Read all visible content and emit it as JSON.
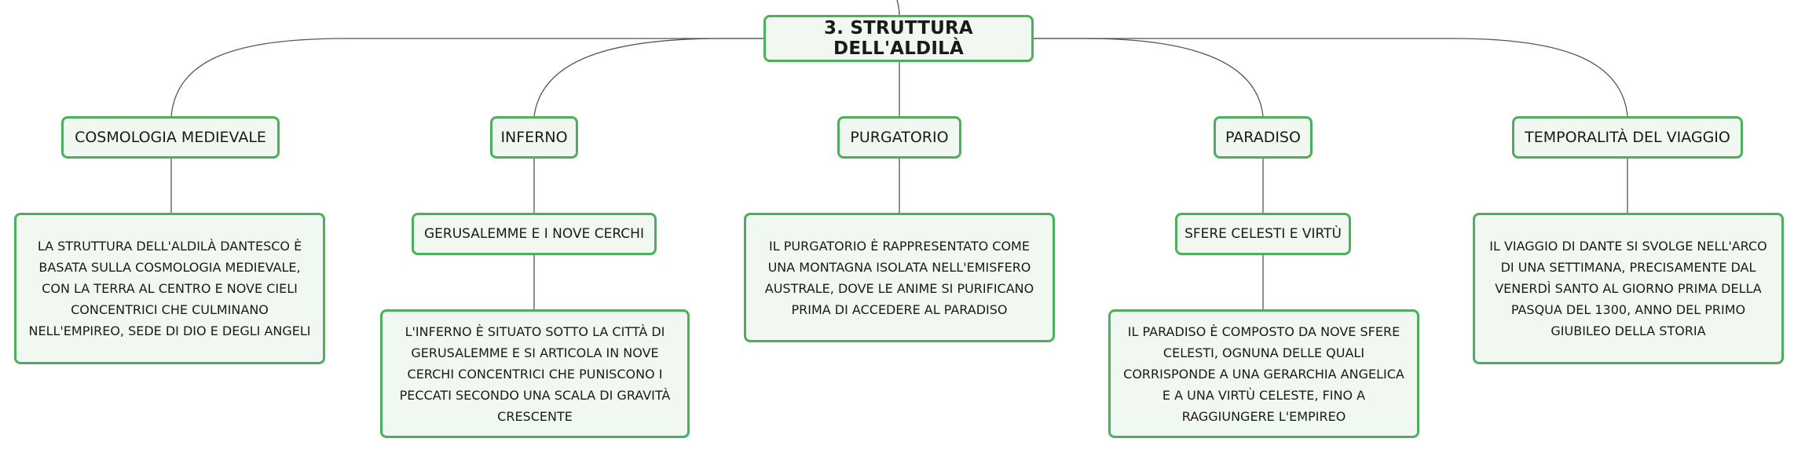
{
  "root": {
    "label": "3. STRUTTURA DELL'ALDILÀ"
  },
  "branches": [
    {
      "label": "COSMOLOGIA MEDIEVALE",
      "description": "LA STRUTTURA DELL'ALDILÀ DANTESCO È BASATA SULLA COSMOLOGIA MEDIEVALE, CON LA TERRA AL CENTRO E NOVE CIELI CONCENTRICI CHE CULMINANO NELL'EMPIREO, SEDE DI DIO E DEGLI ANGELI"
    },
    {
      "label": "INFERNO",
      "subtopic": "GERUSALEMME E I NOVE CERCHI",
      "description": "L'INFERNO È SITUATO SOTTO LA CITTÀ DI GERUSALEMME E SI ARTICOLA IN NOVE CERCHI CONCENTRICI CHE PUNISCONO I PECCATI SECONDO UNA SCALA DI GRAVITÀ CRESCENTE"
    },
    {
      "label": "PURGATORIO",
      "description": "IL PURGATORIO È RAPPRESENTATO COME UNA MONTAGNA ISOLATA NELL'EMISFERO AUSTRALE, DOVE LE ANIME SI PURIFICANO PRIMA DI ACCEDERE AL PARADISO"
    },
    {
      "label": "PARADISO",
      "subtopic": "SFERE CELESTI E VIRTÙ",
      "description": "IL PARADISO È COMPOSTO DA NOVE SFERE CELESTI, OGNUNA DELLE QUALI CORRISPONDE A UNA GERARCHIA ANGELICA E A UNA VIRTÙ CELESTE, FINO A RAGGIUNGERE L'EMPIREO"
    },
    {
      "label": "TEMPORALITÀ DEL VIAGGIO",
      "description": "IL VIAGGIO DI DANTE SI SVOLGE NELL'ARCO DI UNA SETTIMANA, PRECISAMENTE DAL VENERDÌ SANTO AL GIORNO PRIMA DELLA PASQUA DEL 1300, ANNO DEL PRIMO GIUBILEO DELLA STORIA"
    }
  ],
  "colors": {
    "border": "#4caf5c",
    "fill": "#f1f8f2",
    "line": "#555555",
    "text": "#1a1a1a"
  }
}
